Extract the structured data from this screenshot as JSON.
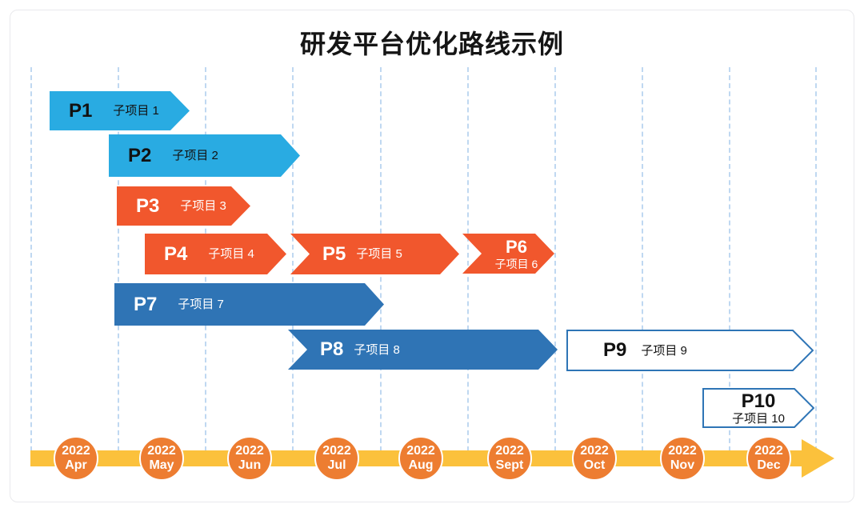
{
  "title": "研发平台优化路线示例",
  "colors": {
    "cyan_bar": "#29abe2",
    "orange_bar": "#f1572d",
    "blue_bar": "#2f74b5",
    "outline_blue": "#2e75b6",
    "timeline_yellow": "#fbc13c",
    "timeline_circle_orange": "#ed7d31",
    "gridline_blue": "#bfd8f1"
  },
  "bars": [
    {
      "id": "P1",
      "label": "子项目 1"
    },
    {
      "id": "P2",
      "label": "子项目 2"
    },
    {
      "id": "P3",
      "label": "子项目 3"
    },
    {
      "id": "P4",
      "label": "子项目 4"
    },
    {
      "id": "P5",
      "label": "子项目 5"
    },
    {
      "id": "P6",
      "label": "子项目 6"
    },
    {
      "id": "P7",
      "label": "子项目 7"
    },
    {
      "id": "P8",
      "label": "子项目 8"
    },
    {
      "id": "P9",
      "label": "子项目 9"
    },
    {
      "id": "P10",
      "label": "子项目 10"
    }
  ],
  "timeline": {
    "months": [
      {
        "year": "2022",
        "month": "Apr"
      },
      {
        "year": "2022",
        "month": "May"
      },
      {
        "year": "2022",
        "month": "Jun"
      },
      {
        "year": "2022",
        "month": "Jul"
      },
      {
        "year": "2022",
        "month": "Aug"
      },
      {
        "year": "2022",
        "month": "Sept"
      },
      {
        "year": "2022",
        "month": "Oct"
      },
      {
        "year": "2022",
        "month": "Nov"
      },
      {
        "year": "2022",
        "month": "Dec"
      }
    ]
  }
}
